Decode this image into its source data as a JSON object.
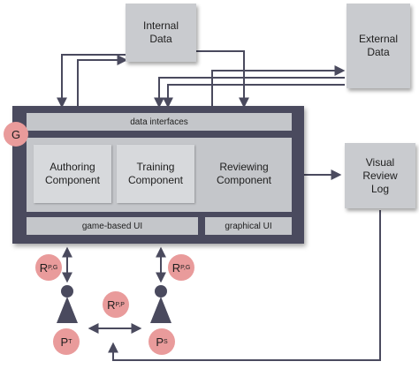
{
  "nodes": {
    "internal_data": [
      "Internal",
      "Data"
    ],
    "external_data": [
      "External",
      "Data"
    ],
    "visual_review_log": [
      "Visual",
      "Review",
      "Log"
    ]
  },
  "system": {
    "g_label": "G",
    "data_interfaces": "data interfaces",
    "authoring": [
      "Authoring",
      "Component"
    ],
    "training": [
      "Training",
      "Component"
    ],
    "reviewing": [
      "Reviewing",
      "Component"
    ],
    "game_ui": "game-based UI",
    "graphical_ui": "graphical UI"
  },
  "relations": {
    "r_t": {
      "main": "R",
      "sub": "P,G"
    },
    "r_s": {
      "main": "R",
      "sub": "P,G"
    },
    "r_ts": {
      "main": "R",
      "sub": "P,P"
    },
    "p_t": {
      "main": "P",
      "sub": "T"
    },
    "p_s": {
      "main": "P",
      "sub": "S"
    }
  },
  "colors": {
    "frame": "#4a4a5e",
    "box": "#c9cbcf",
    "relation": "#e99b9b",
    "arrow": "#4a4a5e"
  }
}
